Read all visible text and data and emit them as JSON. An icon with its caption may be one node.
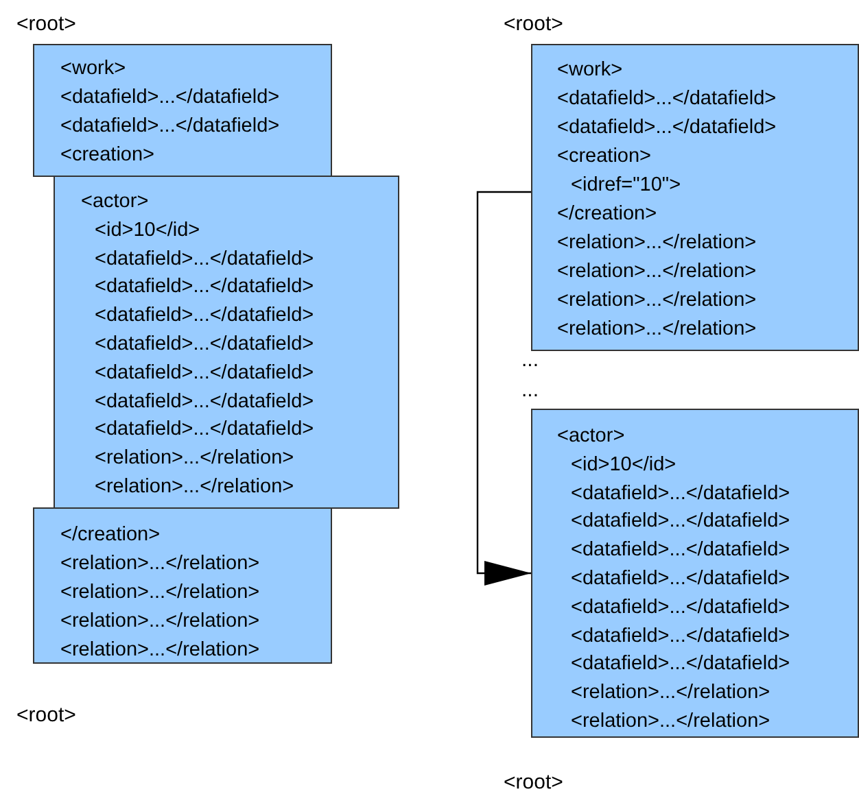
{
  "diagram": {
    "nodes": [
      {
        "text": [
          "<work>",
          "<datafield>...</datafield>",
          "<datafield>...</datafield>",
          "<creation>"
        ]
      },
      {
        "text": [
          "<actor>",
          "<id>10</id>",
          "<datafield>...</datafield>",
          "<datafield>...</datafield>",
          "<datafield>...</datafield>",
          "<datafield>...</datafield>",
          "<datafield>...</datafield>",
          "<datafield>...</datafield>",
          "<datafield>...</datafield>",
          "<relation>...</relation>",
          "<relation>...</relation>"
        ]
      },
      {
        "text": [
          "</creation>",
          "<relation>...</relation>",
          "<relation>...</relation>",
          "<relation>...</relation>",
          "<relation>...</relation>"
        ]
      },
      {
        "text": [
          "<work>",
          "<datafield>...</datafield>",
          "<datafield>...</datafield>",
          "<creation>",
          "<idref=\"10\">",
          "</creation>",
          "<relation>...</relation>",
          "<relation>...</relation>",
          "<relation>...</relation>",
          "<relation>...</relation>"
        ]
      },
      {
        "text": [
          "<actor>",
          "<id>10</id>",
          "<datafield>...</datafield>",
          "<datafield>...</datafield>",
          "<datafield>...</datafield>",
          "<datafield>...</datafield>",
          "<datafield>...</datafield>",
          "<datafield>...</datafield>",
          "<datafield>...</datafield>",
          "<relation>...</relation>",
          "<relation>...</relation>"
        ]
      }
    ],
    "edges": [
      {
        "from": 3,
        "to": 4,
        "arrow": "to"
      }
    ],
    "labels": [
      "<root>",
      "<root>",
      "...",
      "...",
      "<root>",
      "<root>"
    ]
  }
}
